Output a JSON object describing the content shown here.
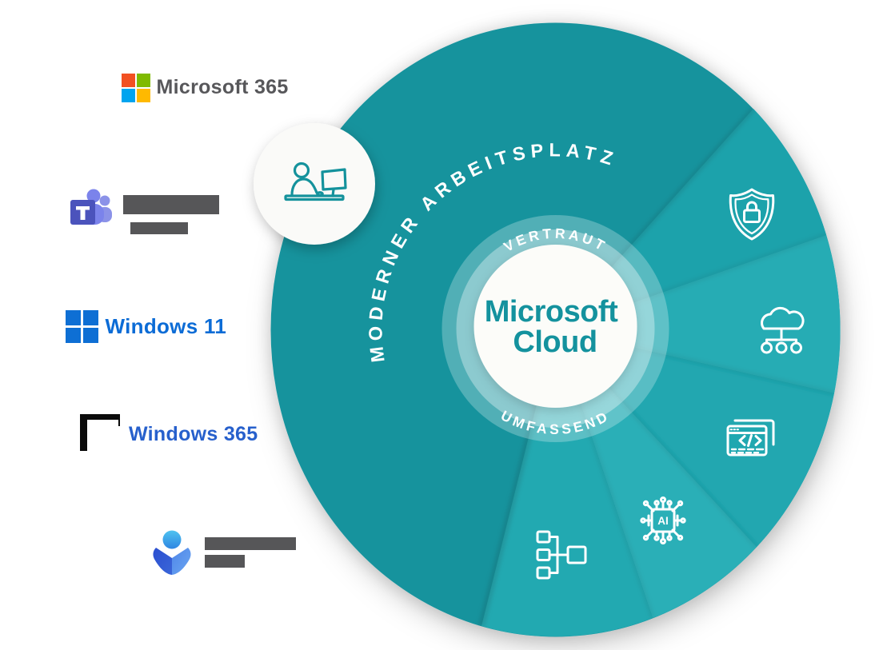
{
  "page": {
    "background": "#ffffff"
  },
  "products": [
    {
      "id": "microsoft-365",
      "label": "Microsoft 365",
      "label_color": "#57575A",
      "logo_colors": {
        "tl": "#F25022",
        "tr": "#7FBA00",
        "bl": "#00A4EF",
        "br": "#FFB900"
      }
    },
    {
      "id": "microsoft-teams",
      "label": "",
      "redacted": true,
      "logo_color": "#4B53BC"
    },
    {
      "id": "windows-11",
      "label": "Windows 11",
      "label_color": "#0C6CD6",
      "logo_color": "#0E6FD4"
    },
    {
      "id": "windows-365",
      "label": "Windows 365",
      "label_color": "#2760CC",
      "logo_color": "#0078D4"
    },
    {
      "id": "identity-person",
      "label": "",
      "redacted": true,
      "logo_color": "#2B50C6"
    }
  ],
  "wheel": {
    "outer_label": "MODERNER ARBEITSPLATZ",
    "ring_top_label": "VERTRAUT",
    "ring_bottom_label": "UMFASSEND",
    "center": {
      "line1": "Microsoft",
      "line2": "Cloud",
      "text_color": "#14929E"
    },
    "colors": {
      "main": "#15939D",
      "seg_shield": "#1FA2AB",
      "seg_cloud": "#28ACB4",
      "seg_code": "#20A7B0",
      "seg_ai": "#2BAFB7",
      "seg_flow": "#23A9B1",
      "center_circle": "#FCFCF9"
    },
    "segment_icons": [
      "shield-lock-icon",
      "cloud-network-icon",
      "browser-code-icon",
      "ai-chip-icon",
      "flowchart-icon"
    ],
    "badge_icon": "person-at-desk-icon"
  }
}
